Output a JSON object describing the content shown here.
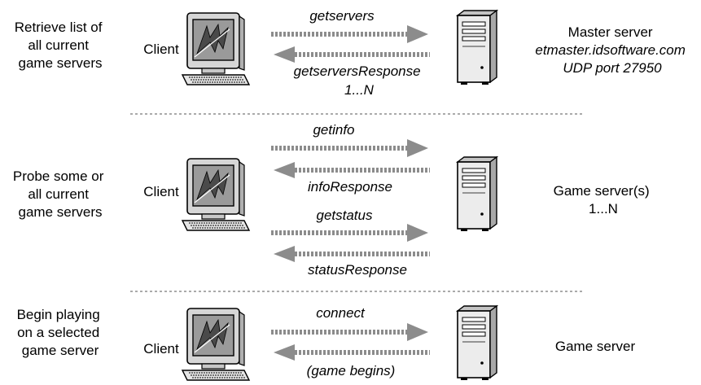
{
  "sections": [
    {
      "step": [
        "Retrieve list of",
        "all current",
        "game servers"
      ],
      "client_label": "Client",
      "server": [
        "Master server",
        "etmaster.idsoftware.com",
        "UDP port 27950"
      ],
      "messages": [
        {
          "dir": "right",
          "text": [
            "getservers"
          ]
        },
        {
          "dir": "left",
          "text": [
            "getserversResponse",
            "1...N"
          ]
        }
      ]
    },
    {
      "step": [
        "Probe some or",
        "all current",
        "game servers"
      ],
      "client_label": "Client",
      "server": [
        "Game server(s)",
        "1...N"
      ],
      "messages": [
        {
          "dir": "right",
          "text": [
            "getinfo"
          ]
        },
        {
          "dir": "left",
          "text": [
            "infoResponse"
          ]
        },
        {
          "dir": "right",
          "text": [
            "getstatus"
          ]
        },
        {
          "dir": "left",
          "text": [
            "statusResponse"
          ]
        }
      ]
    },
    {
      "step": [
        "Begin playing",
        "on a selected",
        "game server"
      ],
      "client_label": "Client",
      "server": [
        "Game server"
      ],
      "messages": [
        {
          "dir": "right",
          "text": [
            "connect"
          ]
        },
        {
          "dir": "left",
          "text": [
            "(game begins)"
          ]
        }
      ]
    }
  ],
  "colors": {
    "arrow": "#8c8c8c",
    "line": "#555555",
    "text": "#000000"
  },
  "icons": {
    "client": "computer-icon",
    "server": "server-tower-icon"
  }
}
